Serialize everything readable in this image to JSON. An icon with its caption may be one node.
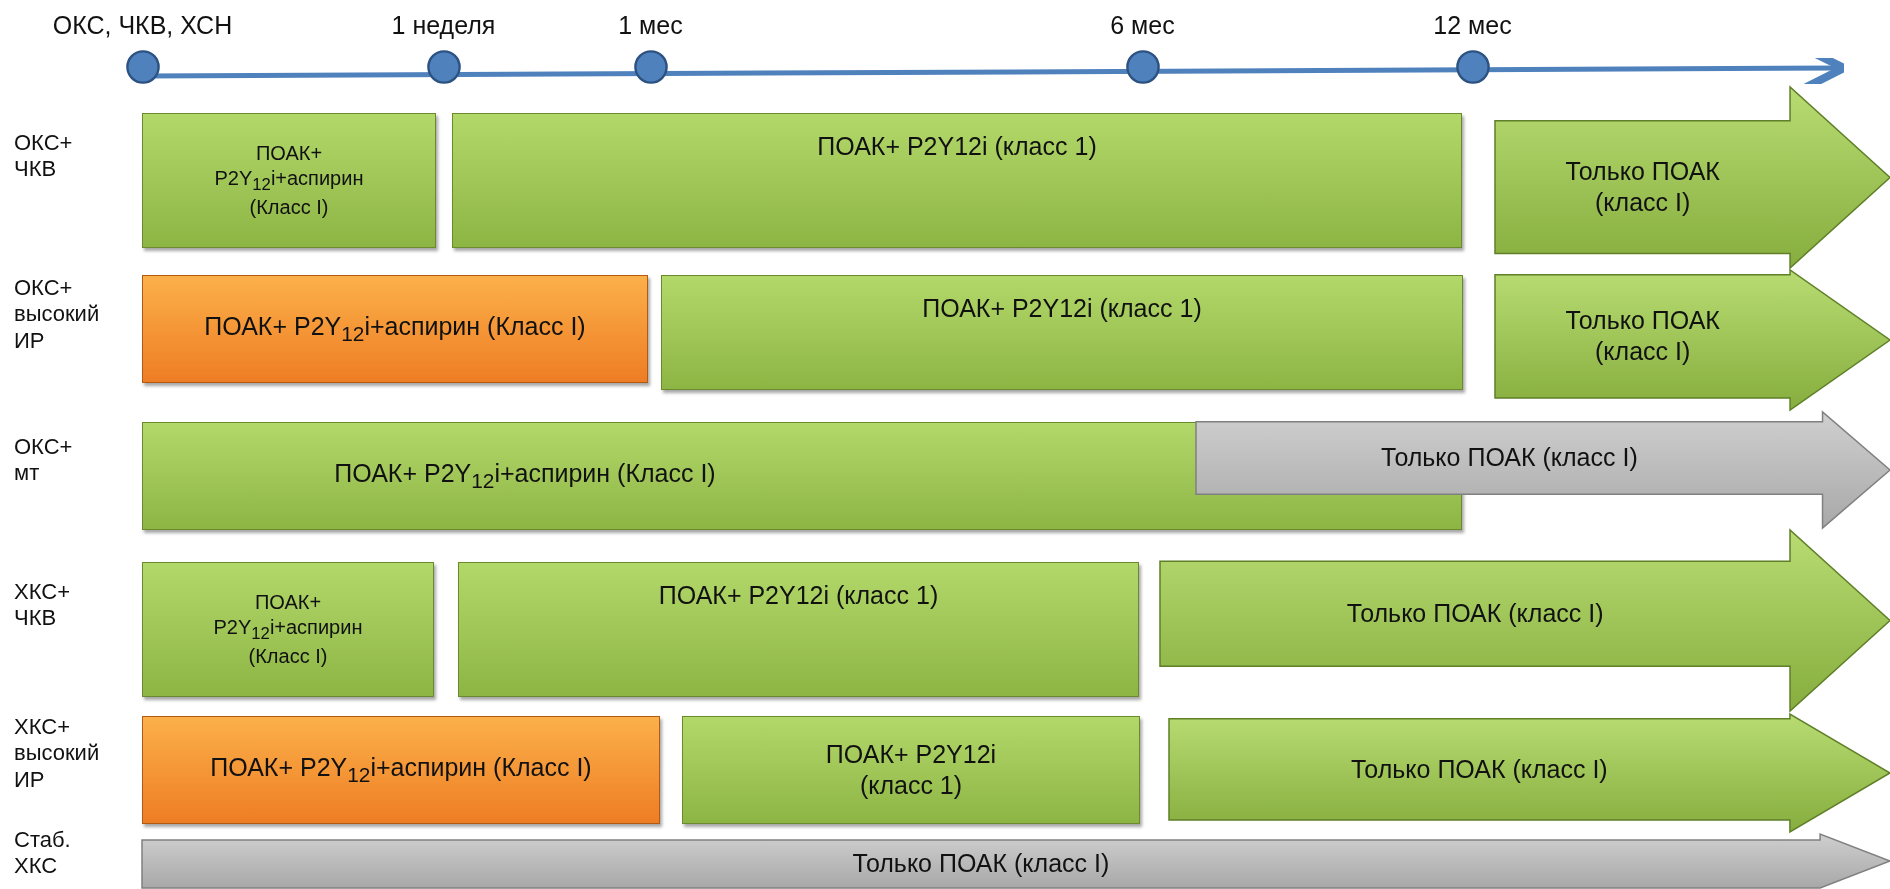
{
  "diagram": {
    "nodes": [
      {
        "text": [
          "ОКС, ЧКВ, ХСН"
        ]
      },
      {
        "text": [
          "1 неделя"
        ]
      },
      {
        "text": [
          "1 мес"
        ]
      },
      {
        "text": [
          "6 мес"
        ]
      },
      {
        "text": [
          "12 мес"
        ]
      },
      {
        "text": [
          "ПОАК+ P2Y$_{12}$i+аспирин (Класс I)"
        ]
      },
      {
        "text": [
          "ПОАК+ P2Y12i (класс 1)"
        ]
      },
      {
        "text": [
          "Только ПОАК (класс I)"
        ]
      },
      {
        "text": [
          "ПОАК+ P2Y$_{12}$i+аспирин (Класс I)"
        ]
      },
      {
        "text": [
          "ПОАК+ P2Y12i (класс 1)"
        ]
      },
      {
        "text": [
          "Только ПОАК (класс I)"
        ]
      },
      {
        "text": [
          "ПОАК+ P2Y$_{12}$i+аспирин (Класс I)"
        ]
      },
      {
        "text": [
          "Только ПОАК (класс I)"
        ]
      },
      {
        "text": [
          "ПОАК+ P2Y$_{12}$i+аспирин (Класс I)"
        ]
      },
      {
        "text": [
          "ПОАК+ P2Y12i (класс 1)"
        ]
      },
      {
        "text": [
          "Только ПОАК (класс I)"
        ]
      },
      {
        "text": [
          "ПОАК+ P2Y$_{12}$i+аспирин (Класс I)"
        ]
      },
      {
        "text": [
          "ПОАК+ P2Y12i (класс 1)"
        ]
      },
      {
        "text": [
          "Только ПОАК (класс I)"
        ]
      },
      {
        "text": [
          "Только ПОАК (класс I)"
        ]
      }
    ],
    "labels": [
      "ОКС+ ЧКВ",
      "ОКС+ высокий ИР",
      "ОКС+ мт",
      "ХКС+ ЧКВ",
      "ХКС+ высокий ИР",
      "Стаб. ХКС"
    ]
  }
}
